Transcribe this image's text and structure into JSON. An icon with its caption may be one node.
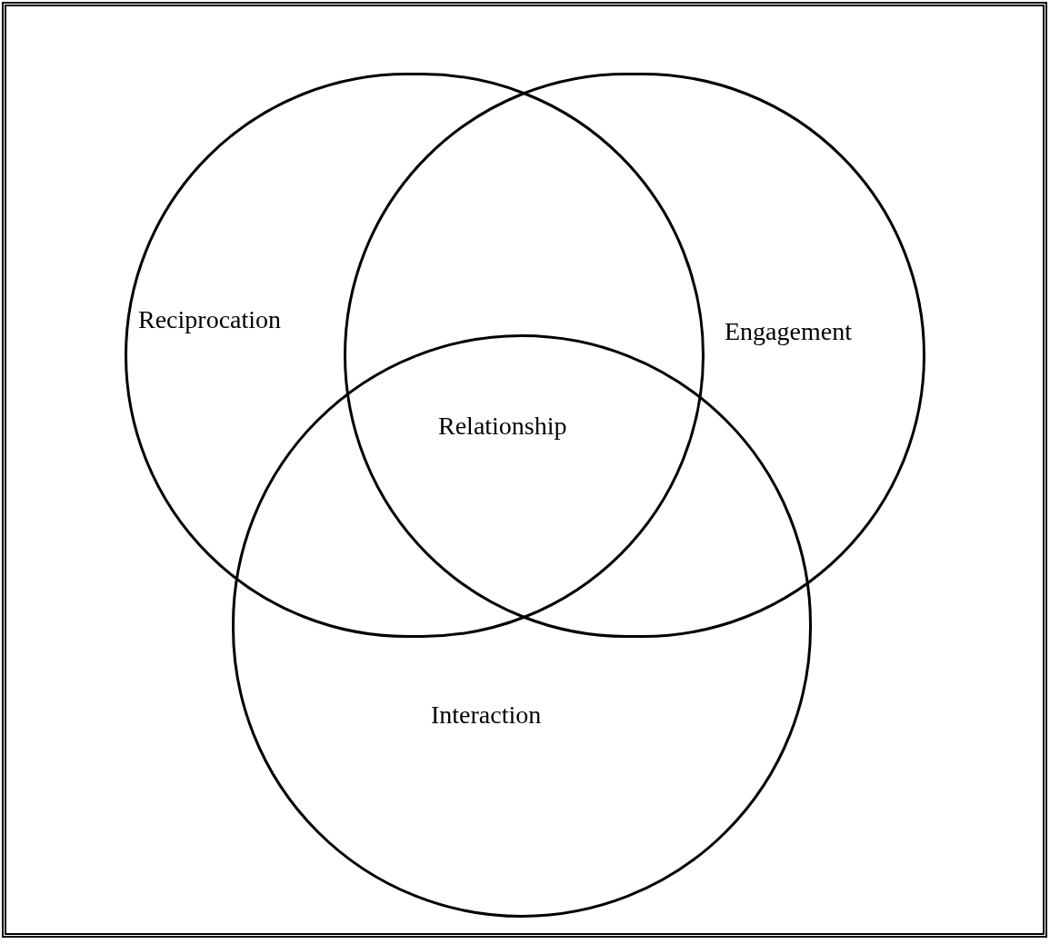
{
  "diagram": {
    "nodes": [
      {
        "text": [
          "Reciprocation"
        ]
      },
      {
        "text": [
          "Engagement"
        ]
      },
      {
        "text": [
          "Interaction"
        ]
      }
    ],
    "labels": [
      "Relationship"
    ]
  }
}
